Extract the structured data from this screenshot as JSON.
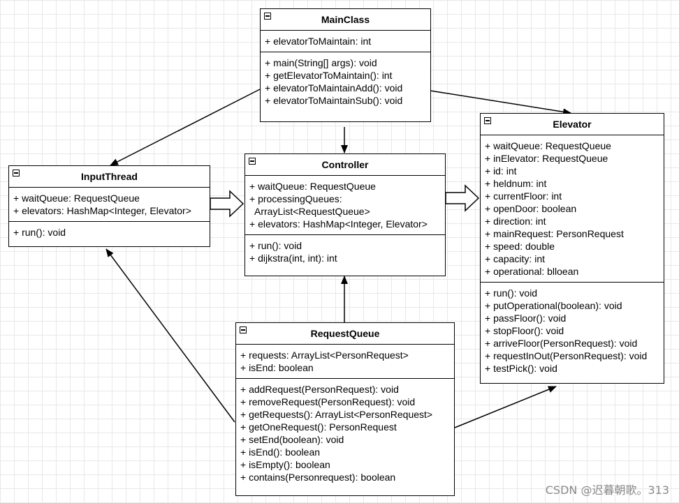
{
  "classes": {
    "main_class": {
      "name": "MainClass",
      "attributes": [
        "+ elevatorToMaintain: int"
      ],
      "methods": [
        "+ main(String[] args): void",
        "+ getElevatorToMaintain(): int",
        "+ elevatorToMaintainAdd(): void",
        "+ elevatorToMaintainSub(): void"
      ]
    },
    "elevator": {
      "name": "Elevator",
      "attributes": [
        "+ waitQueue: RequestQueue",
        "+ inElevator: RequestQueue",
        "+ id: int",
        "+ heldnum: int",
        "+ currentFloor: int",
        "+ openDoor: boolean",
        "+ direction: int",
        "+ mainRequest: PersonRequest",
        "+ speed: double",
        "+ capacity: int",
        "+ operational: blloean"
      ],
      "methods": [
        "+ run(): void",
        "+ putOperational(boolean): void",
        "+ passFloor(): void",
        "+ stopFloor(): void",
        "+ arriveFloor(PersonRequest): void",
        "+ requestInOut(PersonRequest): void",
        "+ testPick(): void"
      ]
    },
    "input_thread": {
      "name": "InputThread",
      "attributes": [
        "+ waitQueue: RequestQueue",
        "+ elevators: HashMap<Integer, Elevator>"
      ],
      "methods": [
        "+ run(): void"
      ]
    },
    "controller": {
      "name": "Controller",
      "attributes": [
        "+ waitQueue: RequestQueue",
        "+ processingQueues:",
        "  ArrayList<RequestQueue>",
        "+ elevators: HashMap<Integer, Elevator>"
      ],
      "methods": [
        "+ run(): void",
        "+ dijkstra(int, int): int"
      ]
    },
    "request_queue": {
      "name": "RequestQueue",
      "attributes": [
        "+ requests: ArrayList<PersonRequest>",
        "+ isEnd: boolean"
      ],
      "methods": [
        "+ addRequest(PersonRequest): void",
        "+ removeRequest(PersonRequest): void",
        "+ getRequests(): ArrayList<PersonRequest>",
        "+ getOneRequest(): PersonRequest",
        "+ setEnd(boolean): void",
        "+ isEnd(): boolean",
        "+ isEmpty(): boolean",
        "+ contains(Personrequest): boolean"
      ]
    }
  },
  "watermark": "CSDN @迟暮朝歌。313"
}
